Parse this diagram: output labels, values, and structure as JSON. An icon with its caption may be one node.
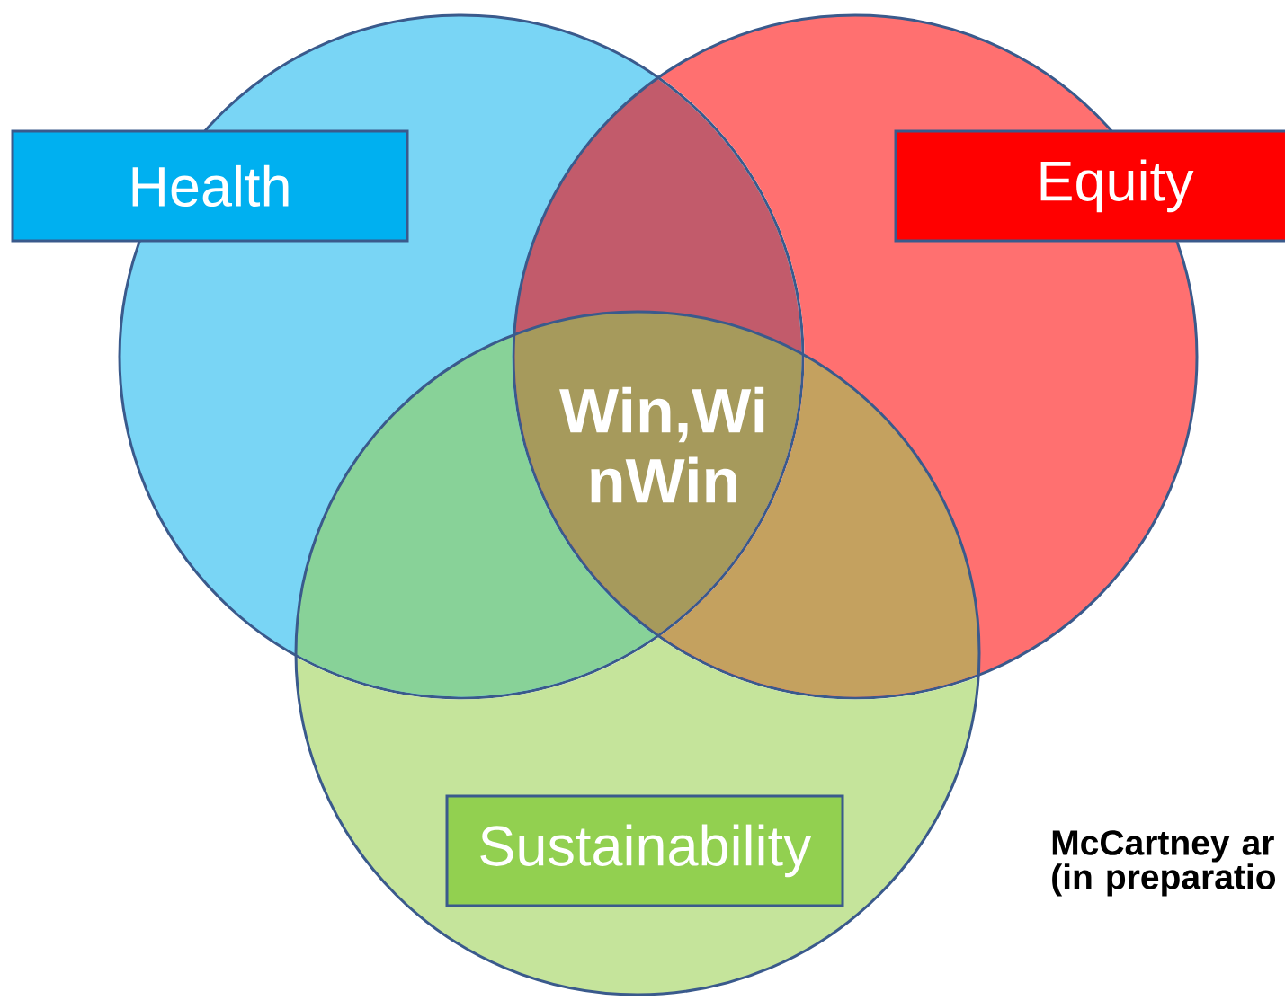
{
  "diagram": {
    "nodes": [
      {
        "text": [],
        "shape": "circle"
      },
      {
        "text": [],
        "shape": "circle"
      },
      {
        "text": [],
        "shape": "circle"
      },
      {
        "text": [
          "Health"
        ]
      },
      {
        "text": [
          "Equity"
        ]
      },
      {
        "text": [
          "Sustainability"
        ],
        "in": 2
      }
    ],
    "labels": [
      "Win,Wi nWin",
      "McCartney ar (in preparatio"
    ]
  }
}
